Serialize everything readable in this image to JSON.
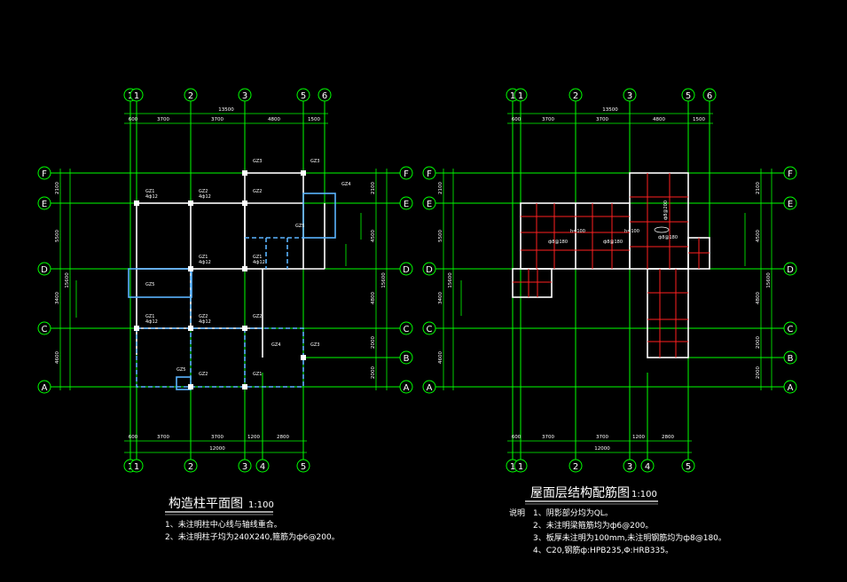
{
  "left": {
    "title": "构造柱平面图",
    "scale": "1:100",
    "notes": [
      "1、未注明柱中心线与轴线重合。",
      "2、未注明柱子均为240X240,箍筋为ф6@200。"
    ],
    "top_axes": [
      "1",
      "1",
      "2",
      "3",
      "5",
      "6"
    ],
    "bottom_axes": [
      "1",
      "1",
      "2",
      "3",
      "4",
      "5"
    ],
    "row_axes": [
      "F",
      "E",
      "D",
      "C",
      "B",
      "A"
    ],
    "top_dims": [
      "600",
      "3700",
      "3700",
      "4800",
      "1500"
    ],
    "top_total": "13500",
    "bottom_dims": [
      "600",
      "3700",
      "3700",
      "1200",
      "2800"
    ],
    "bottom_total": "12000",
    "left_dims": [
      "2100",
      "5500",
      "3400",
      "4600"
    ],
    "left_total": "15600",
    "right_dims": [
      "2100",
      "4500",
      "4800",
      "2000",
      "2000"
    ],
    "right_total": "15600",
    "col_tags": [
      "GZ1",
      "GZ2",
      "GZ3",
      "GZ4",
      "GZ5"
    ],
    "col_sub": "4ф12"
  },
  "right": {
    "title": "屋面层结构配筋图",
    "scale": "1:100",
    "notes_label": "说明",
    "notes": [
      "1、阴影部分均为QL。",
      "2、未注明梁箍筋均为ф6@200。",
      "3、板厚未注明为100mm,未注明钢筋均为ф8@180。",
      "4、C20,钢筋ф:HPB235,Φ:HRB335。"
    ],
    "top_axes": [
      "1",
      "1",
      "2",
      "3",
      "5",
      "6"
    ],
    "bottom_axes": [
      "1",
      "1",
      "2",
      "3",
      "4",
      "5"
    ],
    "row_axes": [
      "F",
      "E",
      "D",
      "C",
      "B",
      "A"
    ],
    "top_dims": [
      "600",
      "3700",
      "3700",
      "4800",
      "1500"
    ],
    "top_total": "13500",
    "bottom_dims": [
      "600",
      "3700",
      "3700",
      "1200",
      "2800"
    ],
    "bottom_total": "12000",
    "left_dims": [
      "2100",
      "5500",
      "3400",
      "4600"
    ],
    "left_total": "15600",
    "right_dims": [
      "2100",
      "4500",
      "4800",
      "2000",
      "2000"
    ],
    "right_total": "15600",
    "slab_tags": [
      "ф8@180",
      "ф8@200",
      "h=100"
    ]
  },
  "colors": {
    "grid": "#00ff00",
    "wall": "#ffffff",
    "column": "#5ab4ff",
    "rebar": "#ff2020",
    "background": "#000000"
  }
}
